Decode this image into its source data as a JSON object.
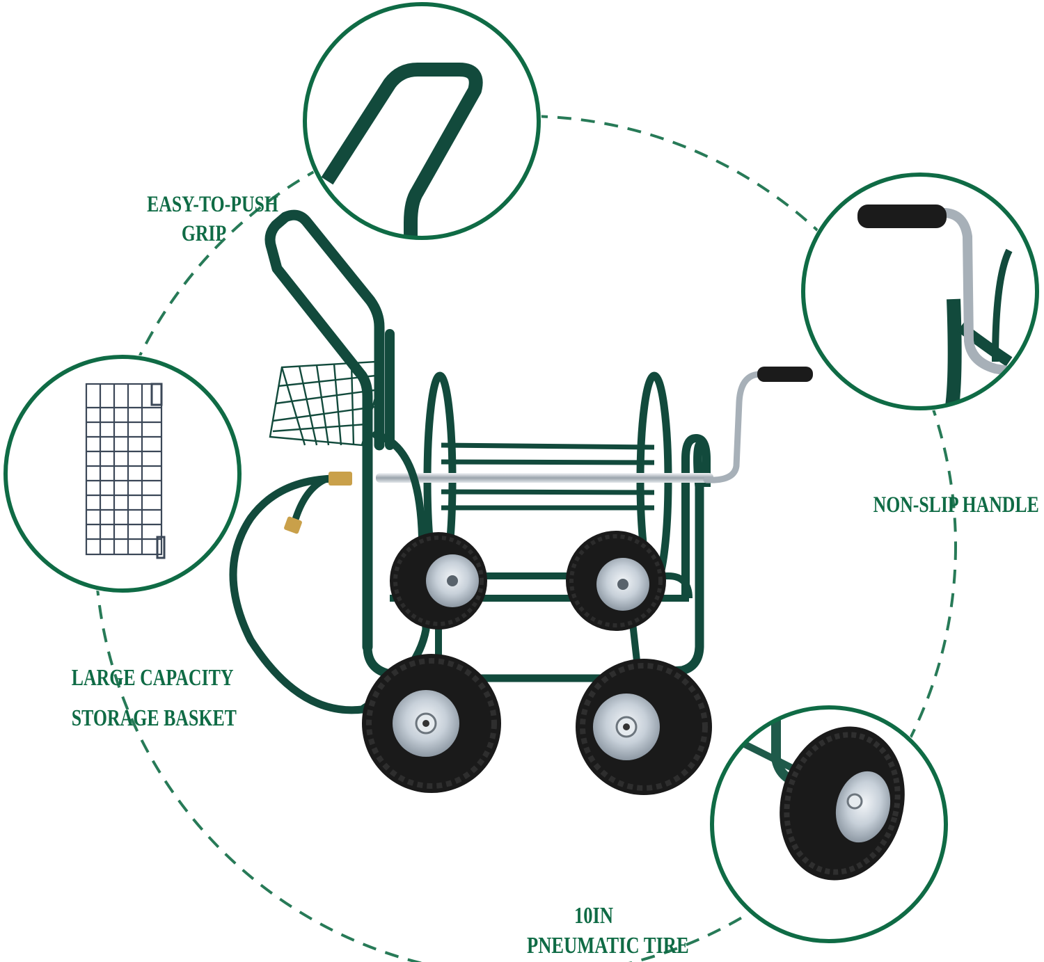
{
  "colors": {
    "accent_green": "#0f6b45",
    "frame_green": "#124a3c",
    "tire_black": "#1a1a1a",
    "rim_silver": "#c9d3dc",
    "brass": "#c9a04a",
    "background": "#ffffff"
  },
  "callouts": [
    {
      "id": "grip",
      "lines": [
        "EASY-TO-PUSH",
        "GRIP"
      ],
      "zoom_circle_subject": "push-handle-closeup"
    },
    {
      "id": "handle",
      "lines": [
        "NON-SLIP HANDLE"
      ],
      "zoom_circle_subject": "crank-handle-closeup"
    },
    {
      "id": "basket",
      "lines": [
        "LARGE CAPACITY",
        "STORAGE BASKET"
      ],
      "zoom_circle_subject": "wire-basket-closeup"
    },
    {
      "id": "tire",
      "lines": [
        "10IN",
        "PNEUMATIC TIRE"
      ],
      "zoom_circle_subject": "pneumatic-tire-closeup"
    }
  ],
  "product": {
    "subject": "hose-reel-cart",
    "wheel_count": 4
  }
}
